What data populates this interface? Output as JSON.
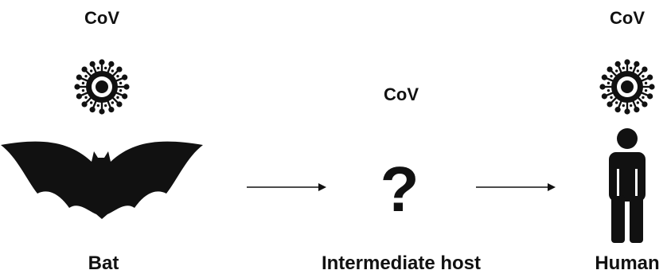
{
  "bat": {
    "virus_label": "CoV",
    "name": "Bat"
  },
  "intermediate": {
    "virus_label": "CoV",
    "symbol": "?",
    "name": "Intermediate host"
  },
  "human": {
    "virus_label": "CoV",
    "name": "Human"
  },
  "icons": [
    "virus-icon",
    "bat-icon",
    "human-icon",
    "arrow-right-icon"
  ],
  "colors": {
    "ink": "#111111",
    "background": "#ffffff"
  }
}
